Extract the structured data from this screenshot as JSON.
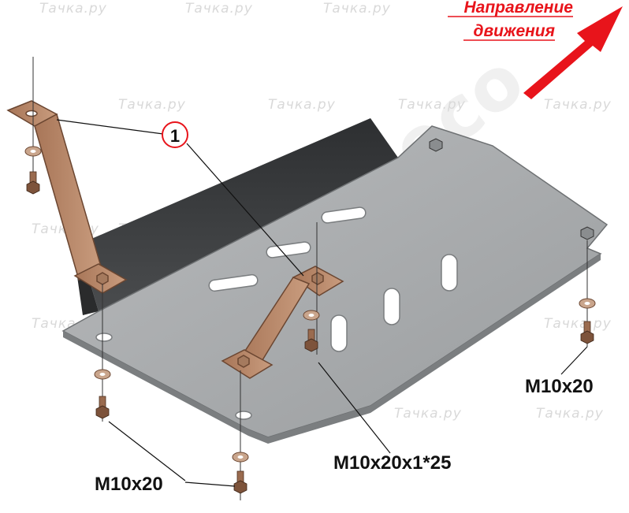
{
  "callout_number": "1",
  "direction_label": [
    "Направление",
    "движения"
  ],
  "fastener_labels": {
    "left": "M10x20",
    "center": "M10x20x1*25",
    "right": "M10x20"
  },
  "watermark_text": "Тачка.ру",
  "brand_watermark": "AVTOeco",
  "colors": {
    "plate": "#a7aaac",
    "plate_edge": "#6e7173",
    "plate_back": "#3b3d3f",
    "bracket": "#b98a6c",
    "bracket_edge": "#6b4631",
    "arrow": "#e8141b",
    "callout_ring": "#e8141b",
    "bolt": "#9a6b4f",
    "washer": "#c9a58c"
  }
}
